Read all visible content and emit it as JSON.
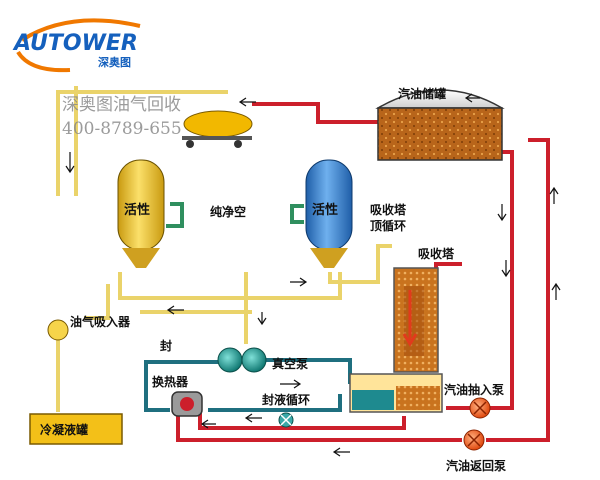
{
  "brand": {
    "logo_text": "AUTOWER",
    "logo_subtext": "深奥图",
    "colors": {
      "blue": "#1560bd",
      "orange": "#f07800"
    }
  },
  "watermark": {
    "line1": "深奥图油气回收",
    "line2": "400-8789-655"
  },
  "labels": {
    "storage_tank": "汽油储罐",
    "activated_left": "活性",
    "activated_right": "活性",
    "pure_air": "纯净空",
    "absorber_top_circ_l1": "吸收塔",
    "absorber_top_circ_l2": "顶循环",
    "absorber": "吸收塔",
    "vapor_intake": "油气吸入器",
    "seal": "封",
    "vacuum_pump": "真空泵",
    "heat_exchanger": "换热器",
    "seal_circulation": "封液循环",
    "gasoline_intake_pump": "汽油抽入泵",
    "condensate_tank": "冷凝液罐",
    "gasoline_return_pump": "汽油返回泵"
  },
  "colors": {
    "pipe_red": "#cc1f2b",
    "pipe_yellow": "#ead36a",
    "pipe_green": "#2f8f5f",
    "pipe_teal": "#1f6f7f",
    "tank_yellow": "#f6d44a",
    "tank_blue": "#3f87d6",
    "gasoline_brown": "#a55a12",
    "condensate_tank": "#f3c018"
  },
  "icons": [
    "activated-carbon-tank-left-icon",
    "activated-carbon-tank-right-icon",
    "tank-truck-icon",
    "storage-tank-icon",
    "absorption-tower-icon",
    "vacuum-pump-icon",
    "heat-exchanger-icon",
    "valve-icon",
    "pump-icon"
  ]
}
